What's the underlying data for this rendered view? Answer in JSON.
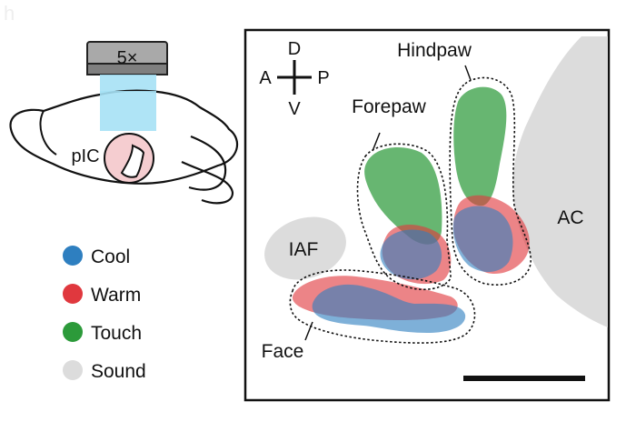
{
  "panel_letter": "h",
  "microscope": {
    "objective_label": "5×",
    "region_label": "pIC"
  },
  "legend": [
    {
      "label": "Cool",
      "color": "#2e7fc0"
    },
    {
      "label": "Warm",
      "color": "#e0383e"
    },
    {
      "label": "Touch",
      "color": "#2c9a3a"
    },
    {
      "label": "Sound",
      "color": "#d9d9d9"
    }
  ],
  "compass": {
    "dorsal": "D",
    "ventral": "V",
    "anterior": "A",
    "posterior": "P"
  },
  "map_labels": {
    "hindpaw": "Hindpaw",
    "forepaw": "Forepaw",
    "face": "Face",
    "iaf": "IAF",
    "ac": "AC"
  },
  "colors": {
    "cool": "#2e7fc0",
    "warm": "#e0383e",
    "touch": "#2c9a3a",
    "sound": "#dcdcdc",
    "light_blue": "#a6e1f5",
    "pink": "#f5cdd0",
    "objective_gray": "#9a9a9a"
  }
}
